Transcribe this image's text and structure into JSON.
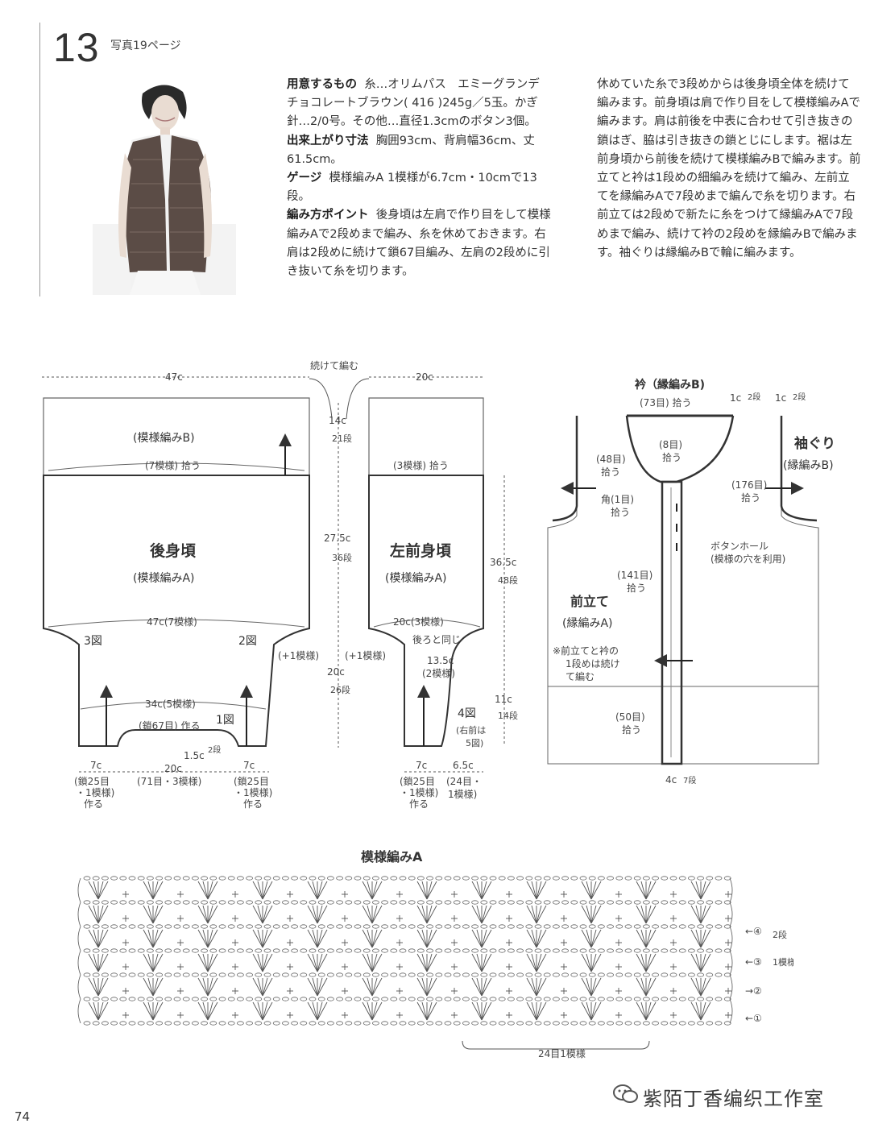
{
  "header": {
    "pattern_number": "13",
    "photo_ref": "写真19ページ"
  },
  "instructions": {
    "materials_label": "用意するもの",
    "materials_text": "糸…オリムパス　エミーグランデ　チョコレートブラウン( 416 )245g／5玉。かぎ針…2/0号。その他…直径1.3cmのボタン3個。",
    "size_label": "出来上がり寸法",
    "size_text": "胸囲93cm、背肩幅36cm、丈61.5cm。",
    "gauge_label": "ゲージ",
    "gauge_text": "模様編みA 1模様が6.7cm・10cmで13段。",
    "points_label": "編み方ポイント",
    "points_text": "後身頃は左肩で作り目をして模様編みAで2段めまで編み、糸を休めておきます。右肩は2段めに続けて鎖67目編み、左肩の2段めに引き抜いて糸を切ります。",
    "points_text_cont": "休めていた糸で3段めからは後身頃全体を続けて編みます。前身頃は肩で作り目をして模様編みAで編みます。肩は前後を中表に合わせて引き抜きの鎖はぎ、脇は引き抜きの鎖とじにします。裾は左前身頃から前後を続けて模様編みBで編みます。前立てと衿は1段めの細編みを続けて編み、左前立てを縁編みAで7段めまで編んで糸を切ります。右前立ては2段めで新たに糸をつけて縁編みAで7段めまで編み、続けて衿の2段めを縁編みBで編みます。袖ぐりは縁編みBで輪に編みます。"
  },
  "diagram": {
    "continue_label": "続けて編む",
    "back": {
      "width": "47c",
      "border_label": "(模様編みB)",
      "pickup": "(7模様) 拾う",
      "name": "後身頃",
      "stitch": "(模様編みA)",
      "chest": "47c(7模様)",
      "fig3": "3図",
      "fig2": "2図",
      "fig1": "1図",
      "neck_width": "34c(5模様)",
      "chain": "(鎖67目) 作る",
      "neck_depth": "1.5c",
      "neck_rows": "2段",
      "shoulder_left": "7c",
      "shoulder_left_sub1": "(鎖25目",
      "shoulder_left_sub2": "・1模様)",
      "shoulder_left_sub3": "作る",
      "neck_center": "20c",
      "neck_center_sub": "(71目・3模様)",
      "shoulder_right": "7c",
      "shoulder_right_sub1": "(鎖25目",
      "shoulder_right_sub2": "・1模様)",
      "shoulder_right_sub3": "作る",
      "plus_one": "(+1模様)"
    },
    "center_dims": {
      "h1": "14c",
      "h1_rows": "21段",
      "h2": "27.5c",
      "h2_rows": "36段",
      "h3": "20c",
      "h3_rows": "26段"
    },
    "front": {
      "width": "20c",
      "pickup": "(3模様) 拾う",
      "name": "左前身頃",
      "stitch": "(模様編みA)",
      "chest": "20c(3模様)",
      "same_as_back": "後ろと同じ",
      "plus_one": "(+1模様)",
      "neck_w": "13.5c",
      "neck_w_sub": "(2模様)",
      "fig4": "4図",
      "fig4_note1": "(右前は",
      "fig4_note2": "5図)",
      "total_h": "36.5c",
      "total_h_rows": "48段",
      "neck_h": "11c",
      "neck_h_rows": "14段",
      "shoulder": "7c",
      "shoulder_sub1": "(鎖25目",
      "shoulder_sub2": "・1模様)",
      "shoulder_sub3": "作る",
      "neck_bottom": "6.5c",
      "neck_bottom_sub1": "(24目・",
      "neck_bottom_sub2": "1模様)"
    },
    "finishing": {
      "collar": "衿（縁編みB)",
      "collar_pickup": "(73目) 拾う",
      "edge1": "1c",
      "edge1_rows": "2段",
      "edge2": "1c",
      "edge2_rows": "2段",
      "armhole": "袖ぐり",
      "armhole_stitch": "(縁編みB)",
      "p48": "(48目)",
      "p48b": "拾う",
      "p8": "(8目)",
      "p8b": "拾う",
      "p176": "(176目)",
      "p176b": "拾う",
      "corner": "角(1目)",
      "corner_b": "拾う",
      "buttonhole": "ボタンホール",
      "buttonhole_sub": "(模様の穴を利用)",
      "p141": "(141目)",
      "p141b": "拾う",
      "band": "前立て",
      "band_stitch": "(縁編みA)",
      "note1": "※前立てと衿の",
      "note2": "1段めは続け",
      "note3": "て編む",
      "p50": "(50目)",
      "p50b": "拾う",
      "band_w": "4c",
      "band_rows": "7段"
    },
    "chart": {
      "title": "模様編みA",
      "row4": "←④",
      "row3": "←③",
      "row2": "→②",
      "row1": "←①",
      "side1": "2段",
      "side2": "1模様",
      "repeat": "24目1模様"
    }
  },
  "footer": {
    "page_number": "74",
    "watermark": "紫陌丁香编织工作室"
  }
}
